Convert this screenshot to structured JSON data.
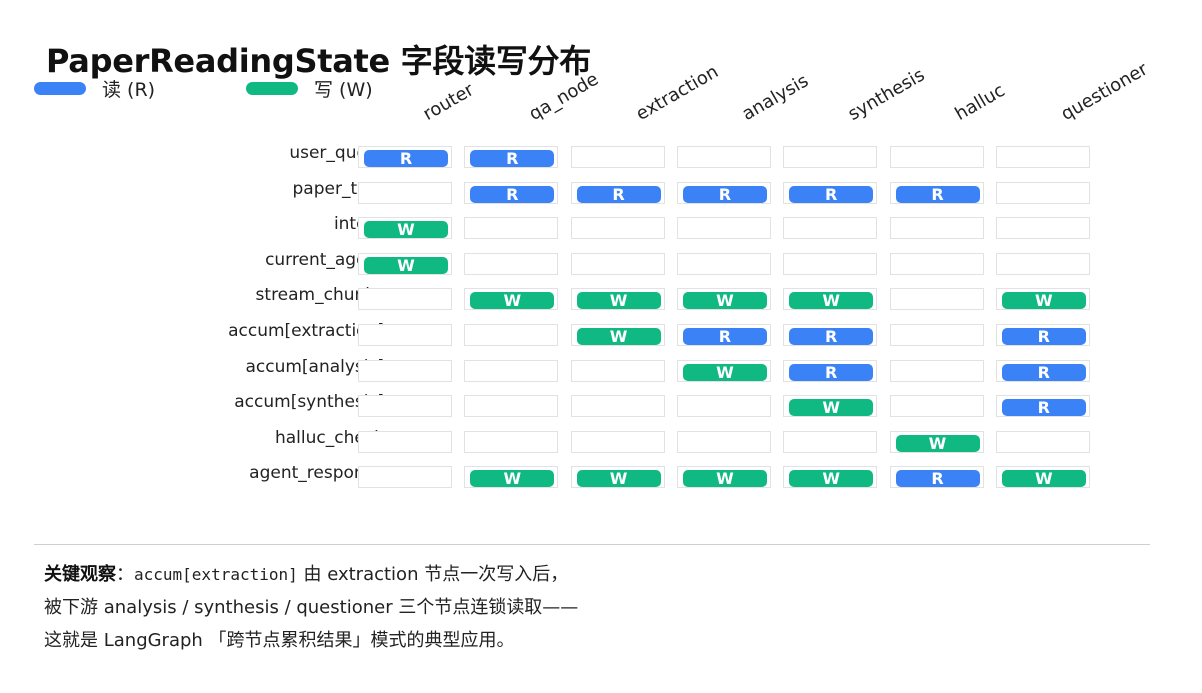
{
  "title": "PaperReadingState 字段读写分布",
  "legend": [
    {
      "label": "读 (R)",
      "color": "#3b82f6"
    },
    {
      "label": "写 (W)",
      "color": "#10b981"
    }
  ],
  "columns": [
    "router",
    "qa_node",
    "extraction",
    "analysis",
    "synthesis",
    "halluc",
    "questioner"
  ],
  "rows": [
    {
      "label": "user_query",
      "cells": [
        "R",
        "R",
        "",
        "",
        "",
        "",
        ""
      ]
    },
    {
      "label": "paper_text",
      "cells": [
        "",
        "R",
        "R",
        "R",
        "R",
        "R",
        ""
      ]
    },
    {
      "label": "intent",
      "cells": [
        "W",
        "",
        "",
        "",
        "",
        "",
        ""
      ]
    },
    {
      "label": "current_agent",
      "cells": [
        "W",
        "",
        "",
        "",
        "",
        "",
        ""
      ]
    },
    {
      "label": "stream_chunks",
      "cells": [
        "",
        "W",
        "W",
        "W",
        "W",
        "",
        "W"
      ]
    },
    {
      "label": "accum[extraction]",
      "cells": [
        "",
        "",
        "W",
        "R",
        "R",
        "",
        "R"
      ]
    },
    {
      "label": "accum[analysis]",
      "cells": [
        "",
        "",
        "",
        "W",
        "R",
        "",
        "R"
      ]
    },
    {
      "label": "accum[synthesis]",
      "cells": [
        "",
        "",
        "",
        "",
        "W",
        "",
        "R"
      ]
    },
    {
      "label": "halluc_check",
      "cells": [
        "",
        "",
        "",
        "",
        "",
        "W",
        ""
      ]
    },
    {
      "label": "agent_response",
      "cells": [
        "",
        "W",
        "W",
        "W",
        "W",
        "R",
        "W"
      ]
    }
  ],
  "colors": {
    "read": "#3b82f6",
    "write": "#10b981"
  },
  "note": {
    "line1": {
      "bold": "关键观察",
      "sep": "：",
      "code": "accum[extraction]",
      "text": " 由 extraction 节点一次写入后，"
    },
    "line2": "被下游 analysis / synthesis / questioner 三个节点连锁读取——",
    "line3": "这就是 LangGraph 「跨节点累积结果」模式的典型应用。"
  }
}
